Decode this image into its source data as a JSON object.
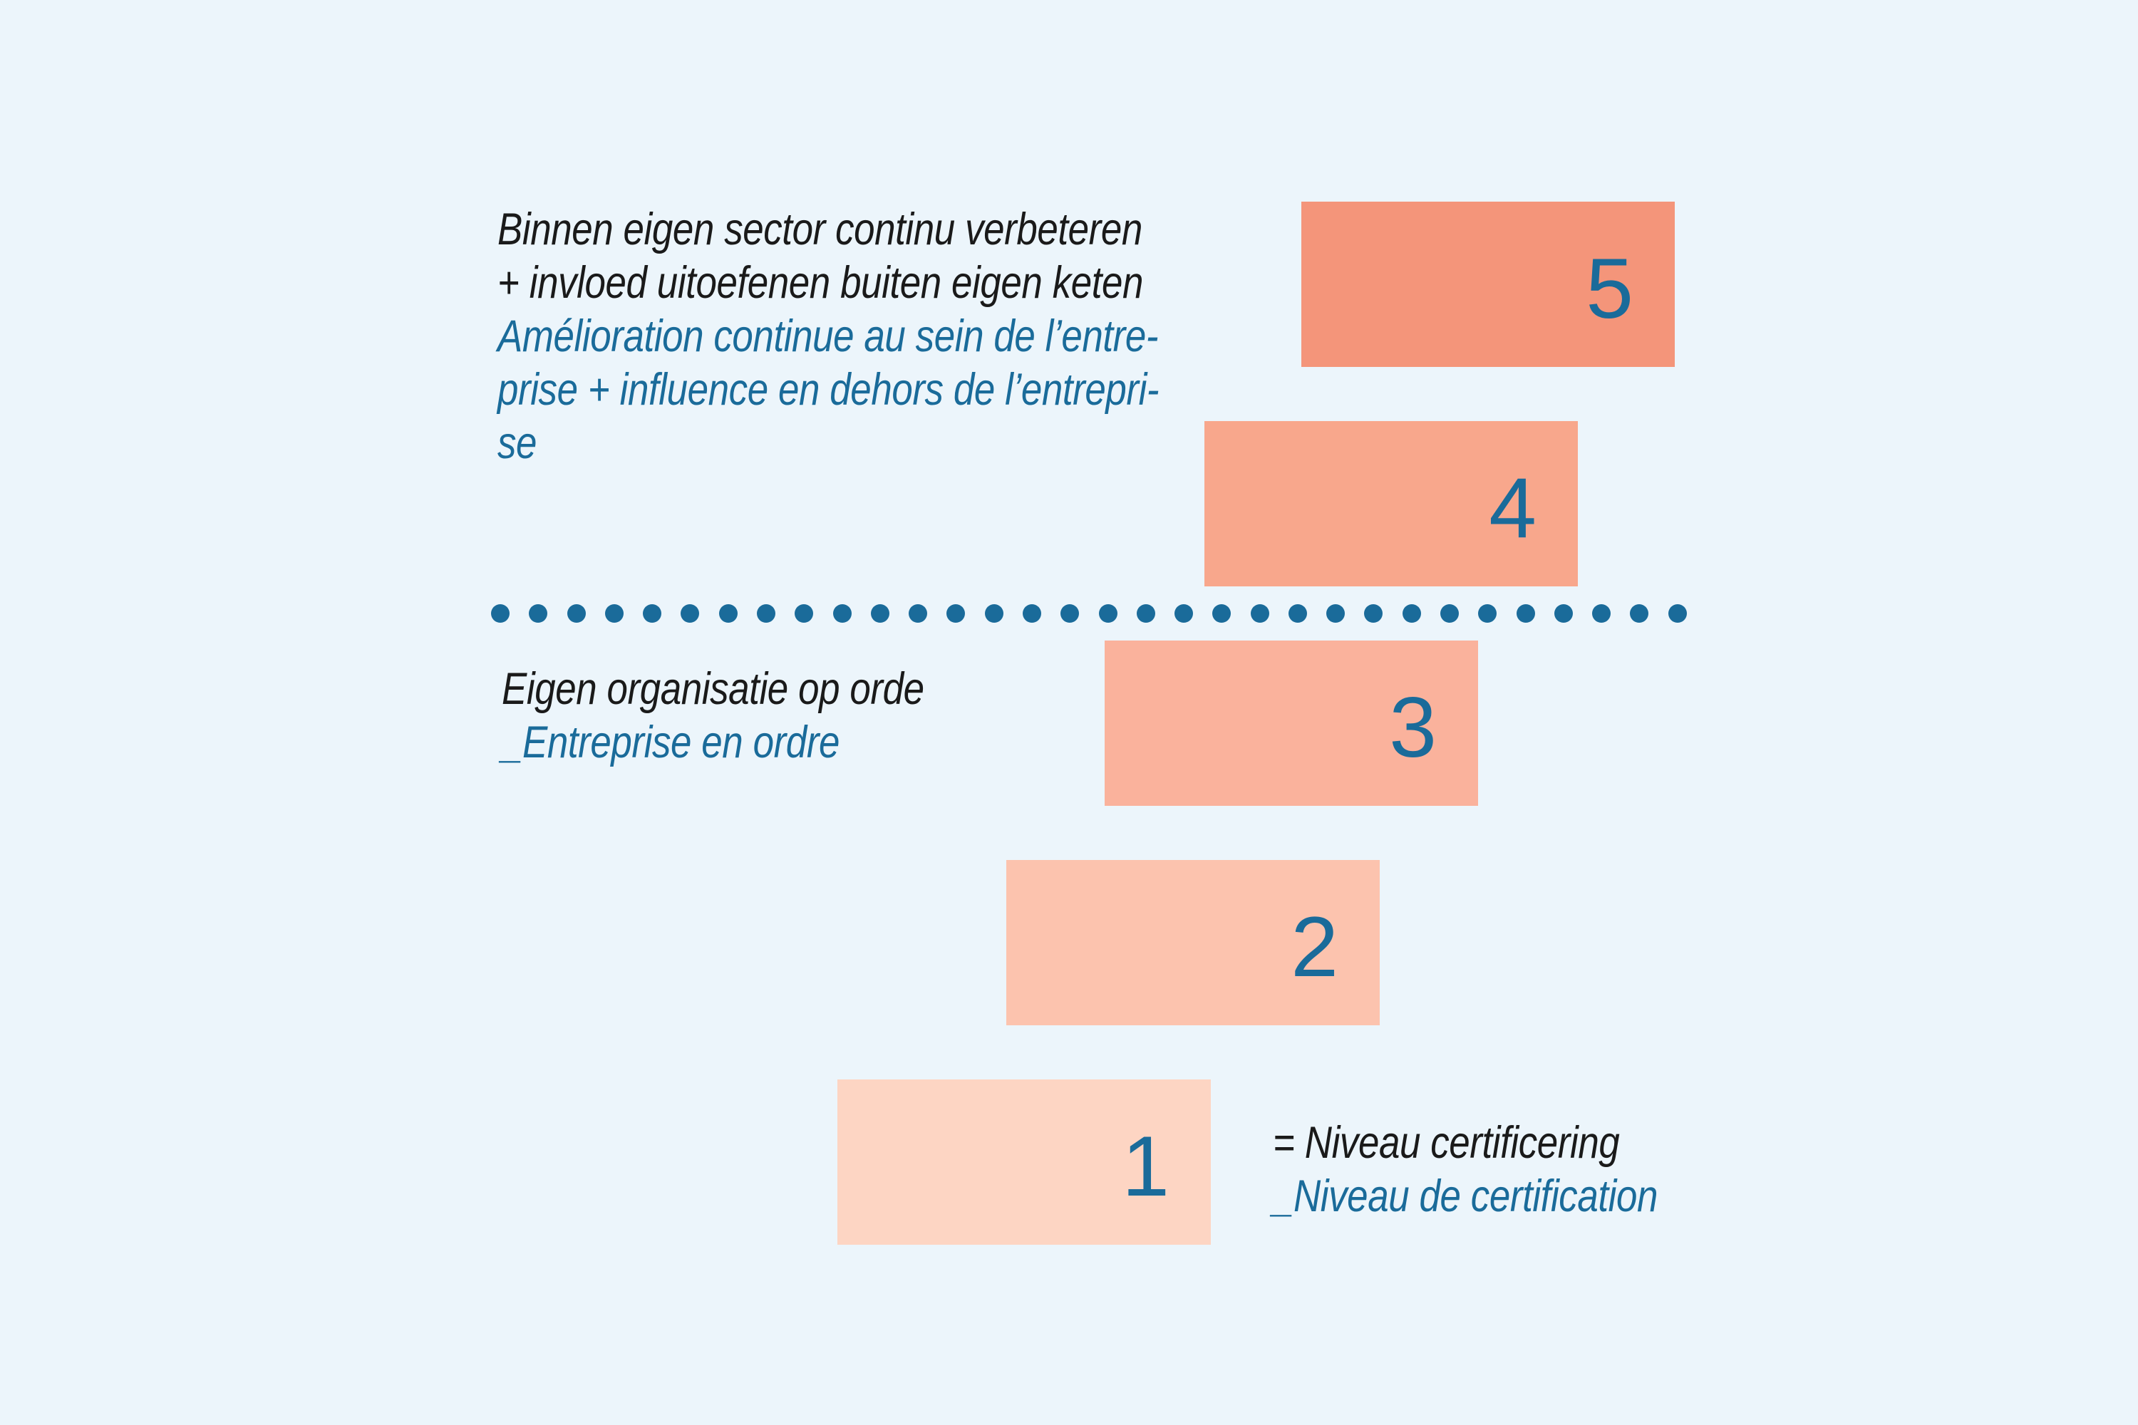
{
  "colors": {
    "background": "#ecf5fb",
    "accent": "#1a6b9a",
    "text": "#1a1a1a"
  },
  "levels": [
    {
      "number": "5",
      "color": "#f4957a"
    },
    {
      "number": "4",
      "color": "#f8a78c"
    },
    {
      "number": "3",
      "color": "#fab29c"
    },
    {
      "number": "2",
      "color": "#fcc3ae"
    },
    {
      "number": "1",
      "color": "#fdd5c3"
    }
  ],
  "captions": {
    "top": {
      "nl_lines": [
        "Binnen eigen sector continu verbeteren",
        "+ invloed uitoefenen buiten eigen keten"
      ],
      "fr_lines": [
        "Amélioration continue au sein de l’entre-",
        "prise + influence en dehors de l’entrepri-",
        "se"
      ]
    },
    "middle": {
      "nl_lines": [
        "Eigen organisatie op orde"
      ],
      "fr_lines": [
        "_Entreprise en ordre"
      ]
    },
    "legend": {
      "nl_lines": [
        "= Niveau certificering"
      ],
      "fr_lines": [
        "_Niveau de certification"
      ]
    }
  },
  "divider": {
    "dot_count": 32
  }
}
